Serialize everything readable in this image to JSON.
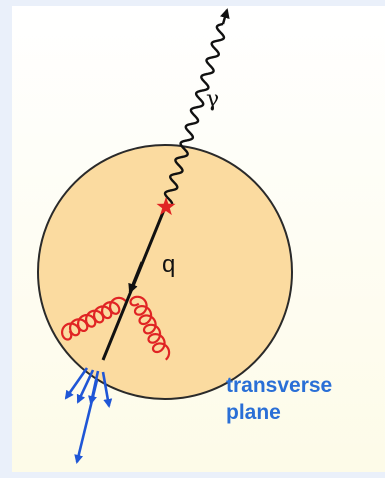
{
  "labels": {
    "photon": "γ",
    "quark": "q",
    "plane_line1": "transverse",
    "plane_line2": "plane"
  },
  "colors": {
    "nucleus_fill": "#fbdba0",
    "nucleus_stroke": "#2a2a2a",
    "photon": "#111111",
    "quark": "#111111",
    "gluon": "#e02424",
    "vertex": "#e02424",
    "jets": "#1f56d6",
    "plane_text": "#2a6fd6",
    "panel_top": "#ffffff",
    "panel_bottom": "#fdfbe8",
    "background": "#eaf0fa"
  }
}
